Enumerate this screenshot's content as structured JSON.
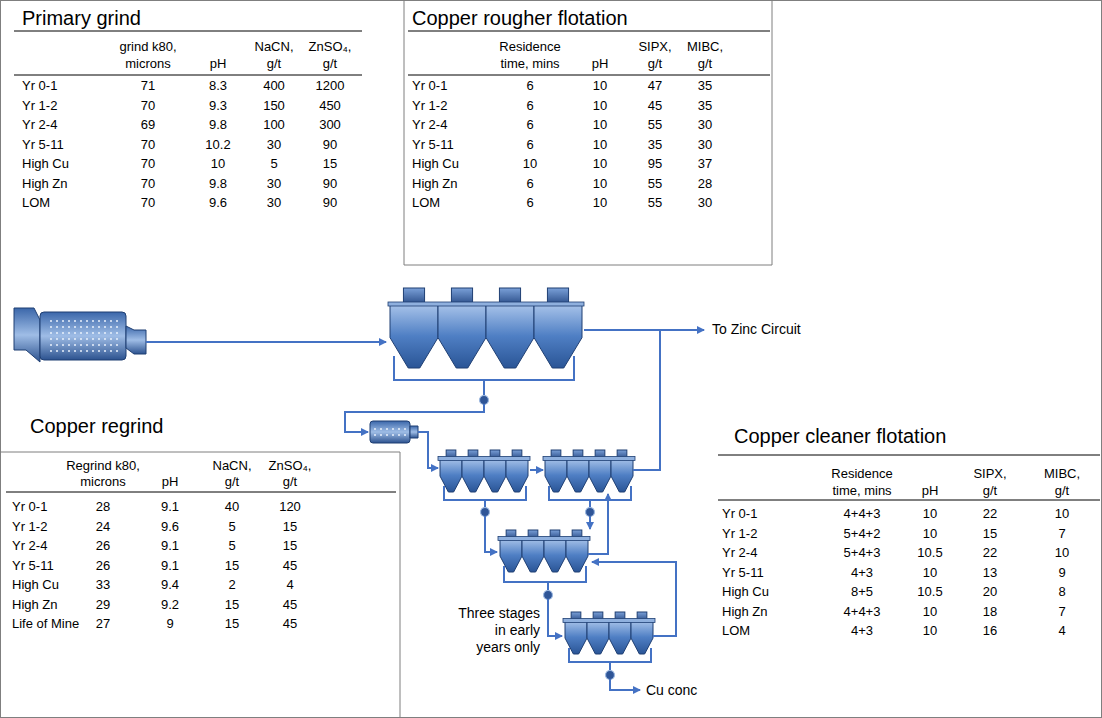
{
  "diagram": {
    "labels": [
      "Primary grind",
      "grind k80,",
      "NaCN,",
      "ZnSO₄,",
      "microns",
      "pH",
      "g/t",
      "g/t",
      "Yr 0-1",
      "71",
      "8.3",
      "400",
      "1200",
      "Yr 1-2",
      "70",
      "9.3",
      "150",
      "450",
      "Yr 2-4",
      "69",
      "9.8",
      "100",
      "300",
      "Yr 5-11",
      "70",
      "10.2",
      "30",
      "90",
      "High Cu",
      "70",
      "10",
      "5",
      "15",
      "High Zn",
      "70",
      "9.8",
      "30",
      "90",
      "LOM",
      "70",
      "9.6",
      "30",
      "90",
      "Copper rougher flotation",
      "Residence",
      "SIPX,",
      "MIBC,",
      "time, mins",
      "pH",
      "g/t",
      "g/t",
      "Yr 0-1",
      "6",
      "10",
      "47",
      "35",
      "Yr 1-2",
      "6",
      "10",
      "45",
      "35",
      "Yr 2-4",
      "6",
      "10",
      "55",
      "30",
      "Yr 5-11",
      "6",
      "10",
      "35",
      "30",
      "High Cu",
      "10",
      "10",
      "95",
      "37",
      "High Zn",
      "6",
      "10",
      "55",
      "28",
      "LOM",
      "6",
      "10",
      "55",
      "30",
      "To Zinc Circuit",
      "Copper regrind",
      "Regrind k80,",
      "NaCN,",
      "ZnSO₄,",
      "microns",
      "pH",
      "g/t",
      "g/t",
      "Yr 0-1",
      "28",
      "9.1",
      "40",
      "120",
      "Yr 1-2",
      "24",
      "9.6",
      "5",
      "15",
      "Yr 2-4",
      "26",
      "9.1",
      "5",
      "15",
      "Yr 5-11",
      "26",
      "9.1",
      "15",
      "45",
      "High Cu",
      "33",
      "9.4",
      "2",
      "4",
      "High Zn",
      "29",
      "9.2",
      "15",
      "45",
      "Life of Mine",
      "27",
      "9",
      "15",
      "45",
      "Copper cleaner flotation",
      "Residence",
      "SIPX,",
      "MIBC,",
      "time, mins",
      "pH",
      "g/t",
      "g/t",
      "Yr 0-1",
      "4+4+3",
      "10",
      "22",
      "10",
      "Yr 1-2",
      "5+4+2",
      "10",
      "15",
      "7",
      "Yr 2-4",
      "5+4+3",
      "10.5",
      "22",
      "10",
      "Yr 5-11",
      "4+3",
      "10",
      "13",
      "9",
      "High Cu",
      "8+5",
      "10.5",
      "20",
      "8",
      "High Zn",
      "4+4+3",
      "10",
      "18",
      "7",
      "LOM",
      "4+3",
      "10",
      "16",
      "4",
      "Three stages in early years only",
      "Cu conc"
    ]
  }
}
